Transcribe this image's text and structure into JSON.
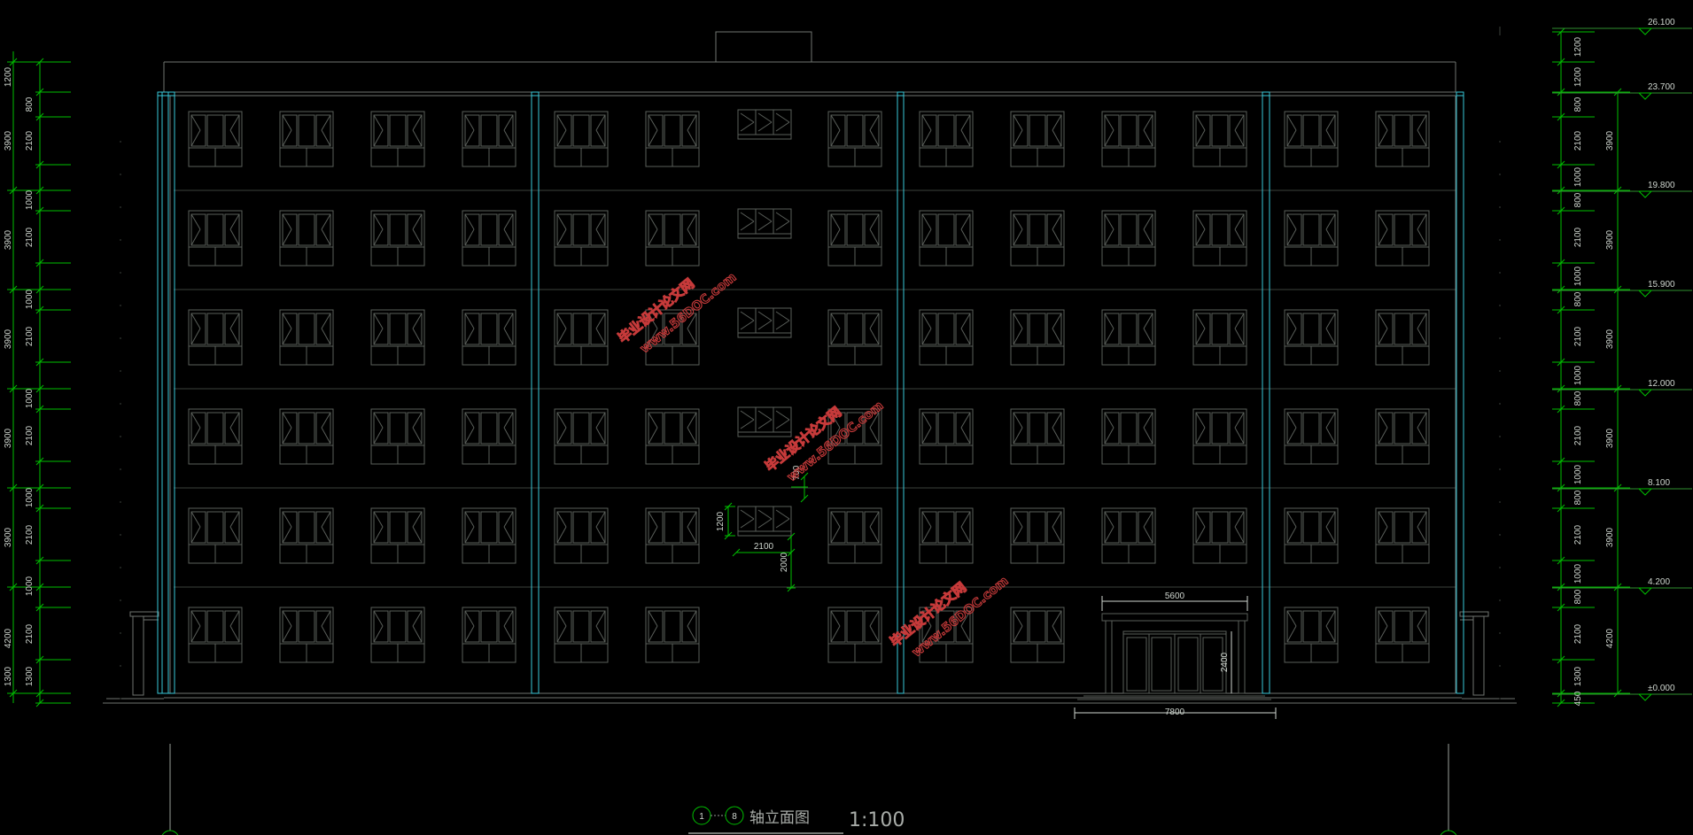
{
  "drawing": {
    "title": "轴立面图",
    "scale": "1:100",
    "axis_start": "1",
    "axis_end": "8",
    "colors": {
      "background": "#000000",
      "outline": "#6f756f",
      "window": "#5a5f5a",
      "column": "#38c8d8",
      "dimension": "#00c000",
      "text": "#cfd6cf",
      "watermark": "#c63a3a"
    }
  },
  "elevations": [
    "26.100",
    "23.700",
    "19.800",
    "15.900",
    "12.000",
    "8.100",
    "4.200",
    "±0.000"
  ],
  "left_dims": [
    "1200",
    "800",
    "2100",
    "3900",
    "1000",
    "800",
    "2100",
    "3900",
    "1000",
    "800",
    "2100",
    "3900",
    "1000",
    "800",
    "2100",
    "3900",
    "1000",
    "800",
    "2100",
    "3900",
    "1000",
    "800",
    "2100",
    "4200",
    "1300"
  ],
  "right_dims_fine": [
    "1200",
    "1200",
    "800",
    "2100",
    "1000",
    "800",
    "2100",
    "1000",
    "800",
    "2100",
    "1000",
    "800",
    "2100",
    "1000",
    "800",
    "2100",
    "1000",
    "800",
    "2100",
    "1300",
    "450"
  ],
  "right_dims_floor": [
    "3900",
    "3900",
    "3900",
    "3900",
    "3900",
    "4200"
  ],
  "details": {
    "win_height": "1200",
    "win_width": "2100",
    "sill_700": "700",
    "sill_2000": "2000",
    "entrance_top": "5600",
    "entrance_height": "2400",
    "entrance_base": "7800"
  },
  "watermark": {
    "line1": "毕业设计论文网",
    "line2": "www.56DOC.com"
  }
}
